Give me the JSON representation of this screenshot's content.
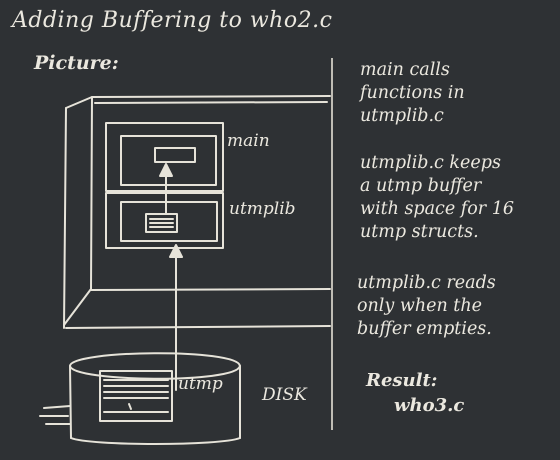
{
  "title": "Adding Buffering to  who2.c",
  "picture_label": "Picture:",
  "diagram": {
    "main_label": "main",
    "utmplib_label": "utmplib",
    "utmp_label": "utmp",
    "disk_label": "DISK"
  },
  "notes": [
    "main calls\nfunctions in\nutmplib.c",
    "utmplib.c keeps\na utmp buffer\nwith space for 16\nutmp structs.",
    "utmplib.c reads\nonly when the\nbuffer empties."
  ],
  "result": {
    "label": "Result:",
    "value": "who3.c"
  },
  "colors": {
    "background": "#2e3134",
    "chalk": "#ebe8df"
  }
}
